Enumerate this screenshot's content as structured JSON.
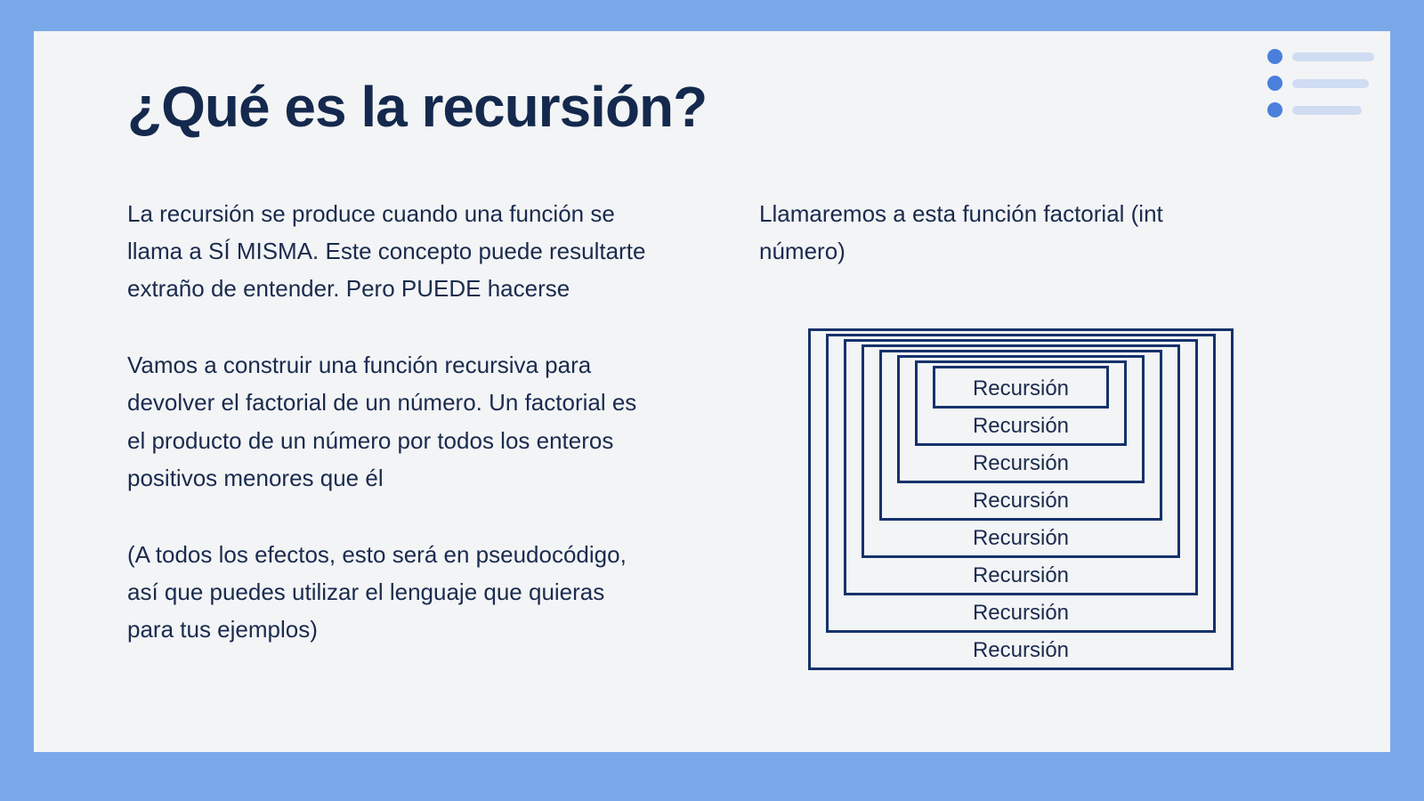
{
  "slide": {
    "title": "¿Qué es la recursión?",
    "left_paragraphs": [
      "La recursión se produce cuando una función se llama a SÍ MISMA. Este concepto puede resultarte extraño de entender. Pero PUEDE hacerse",
      "Vamos a construir una función recursiva para devolver el factorial de un número. Un factorial es el producto de un número por todos los enteros positivos menores que él",
      "(A todos los efectos, esto será en pseudocódigo, así que puedes utilizar el lenguaje que quieras para tus ejemplos)"
    ],
    "right_intro": "Llamaremos a esta función factorial (int número)",
    "diagram": {
      "labels": [
        "Recursión",
        "Recursión",
        "Recursión",
        "Recursión",
        "Recursión",
        "Recursión",
        "Recursión",
        "Recursión"
      ]
    },
    "colors": {
      "background": "#7aa9e9",
      "card": "#f3f4f6",
      "text": "#1a2b4e",
      "title": "#14294d",
      "diagram_border": "#16326b",
      "accent_dot": "#4a80dc",
      "accent_bar": "#cfdcf2"
    }
  }
}
